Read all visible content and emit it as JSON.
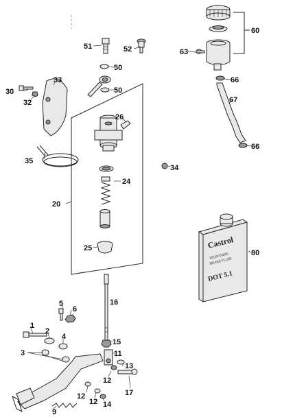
{
  "diagram": {
    "callouts": {
      "c1": "1",
      "c2": "2",
      "c3": "3",
      "c4": "4",
      "c5": "5",
      "c6": "6",
      "c9": "9",
      "c11": "11",
      "c12a": "12",
      "c12b": "12",
      "c12c": "12",
      "c13": "13",
      "c14": "14",
      "c15": "15",
      "c16": "16",
      "c17": "17",
      "c20": "20",
      "c24": "24",
      "c25": "25",
      "c26": "26",
      "c30": "30",
      "c32": "32",
      "c33": "33",
      "c34": "34",
      "c35": "35",
      "c50a": "50",
      "c50b": "50",
      "c51": "51",
      "c52": "52",
      "c60": "60",
      "c63": "63",
      "c66a": "66",
      "c66b": "66",
      "c67": "67",
      "c80": "80"
    },
    "brake_fluid_can": {
      "brand": "Castrol",
      "line1": "RESPONSE",
      "line2": "BRAKE FLUID",
      "grade": "DOT 5.1"
    }
  }
}
